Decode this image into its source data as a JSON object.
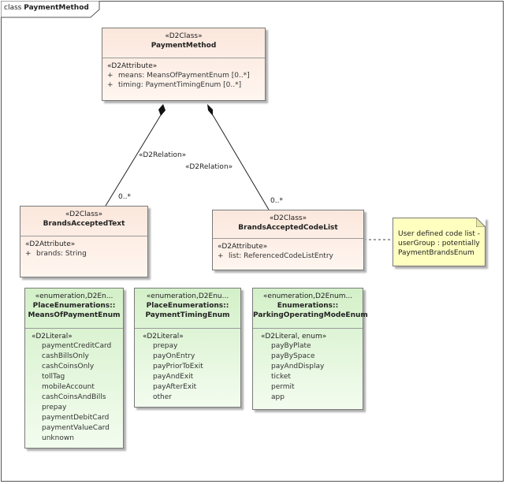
{
  "frame": {
    "prefix": "class",
    "name": "PaymentMethod"
  },
  "payment_method": {
    "stereotype": "«D2Class»",
    "name": "PaymentMethod",
    "section": "«D2Attribute»",
    "attributes": [
      {
        "vis": "+",
        "text": "means: MeansOfPaymentEnum [0..*]"
      },
      {
        "vis": "+",
        "text": "timing: PaymentTimingEnum [0..*]"
      }
    ]
  },
  "brands_accepted_text": {
    "stereotype": "«D2Class»",
    "name": "BrandsAcceptedText",
    "section": "«D2Attribute»",
    "attributes": [
      {
        "vis": "+",
        "text": "brands: String"
      }
    ]
  },
  "brands_accepted_code_list": {
    "stereotype": "«D2Class»",
    "name": "BrandsAcceptedCodeList",
    "section": "«D2Attribute»",
    "attributes": [
      {
        "vis": "+",
        "text": "list: ReferencedCodeListEntry"
      }
    ]
  },
  "note": {
    "text": "User defined code list - userGroup : potentially PaymentBrandsEnum"
  },
  "relations": {
    "left_label": "«D2Relation»",
    "left_mult": "0..*",
    "right_label": "«D2Relation»",
    "right_mult": "0..*"
  },
  "means_of_payment_enum": {
    "stereotype": "«enumeration,D2En...",
    "name_line1": "PlaceEnumerations::",
    "name_line2": "MeansOfPaymentEnum",
    "section": "«D2Literal»",
    "literals": [
      "paymentCreditCard",
      "cashBillsOnly",
      "cashCoinsOnly",
      "tollTag",
      "mobileAccount",
      "cashCoinsAndBills",
      "prepay",
      "paymentDebitCard",
      "paymentValueCard",
      "unknown"
    ]
  },
  "payment_timing_enum": {
    "stereotype": "«enumeration,D2Enu...",
    "name_line1": "PlaceEnumerations::",
    "name_line2": "PaymentTimingEnum",
    "section": "«D2Literal»",
    "literals": [
      "prepay",
      "payOnEntry",
      "payPriorToExit",
      "payAndExit",
      "payAfterExit",
      "other"
    ]
  },
  "parking_operating_mode_enum": {
    "stereotype": "«enumeration,D2Enum...",
    "name_line1": "Enumerations::",
    "name_line2": "ParkingOperatingModeEnum",
    "section": "«D2Literal, enum»",
    "literals": [
      "payByPlate",
      "payBySpace",
      "payAndDisplay",
      "ticket",
      "permit",
      "app"
    ]
  }
}
